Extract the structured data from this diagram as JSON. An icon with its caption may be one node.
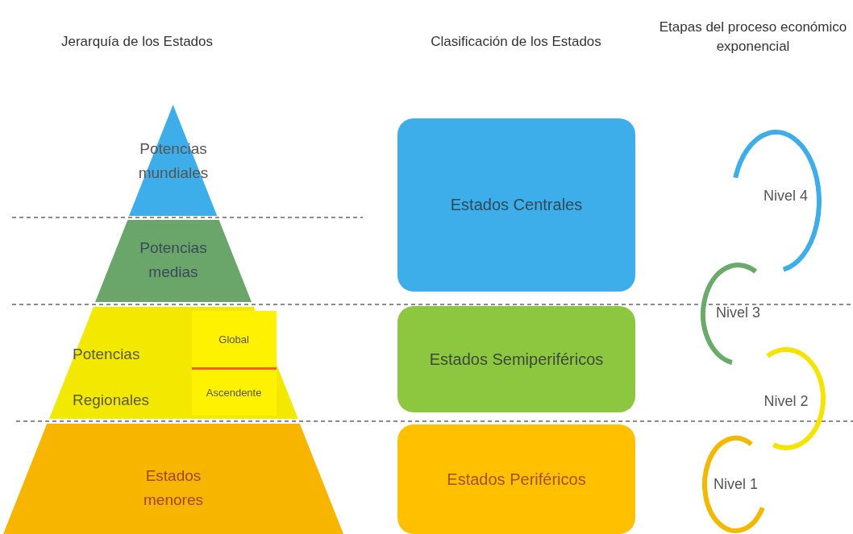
{
  "diagram": {
    "nodes": [
      {
        "text": [
          "Potencias mundiales"
        ]
      },
      {
        "text": [
          "Potencias medias"
        ]
      },
      {
        "text": [
          "Potencias Regionales"
        ]
      },
      {
        "text": [
          "Global"
        ],
        "in": 2
      },
      {
        "text": [
          "Ascendente"
        ],
        "in": 2
      },
      {
        "text": [
          "Estados menores"
        ]
      },
      {
        "text": [
          "Estados Centrales"
        ]
      },
      {
        "text": [
          "Estados Semiperiféricos"
        ]
      },
      {
        "text": [
          "Estados Periféricos"
        ]
      },
      {
        "text": [
          "Nivel 4"
        ]
      },
      {
        "text": [
          "Nivel 3"
        ]
      },
      {
        "text": [
          "Nivel 2"
        ]
      },
      {
        "text": [
          "Nivel 1"
        ]
      }
    ],
    "labels": [
      "Jerarquía de los Estados",
      "Clasificación de los Estados",
      "Etapas del proceso económico exponencial"
    ]
  }
}
